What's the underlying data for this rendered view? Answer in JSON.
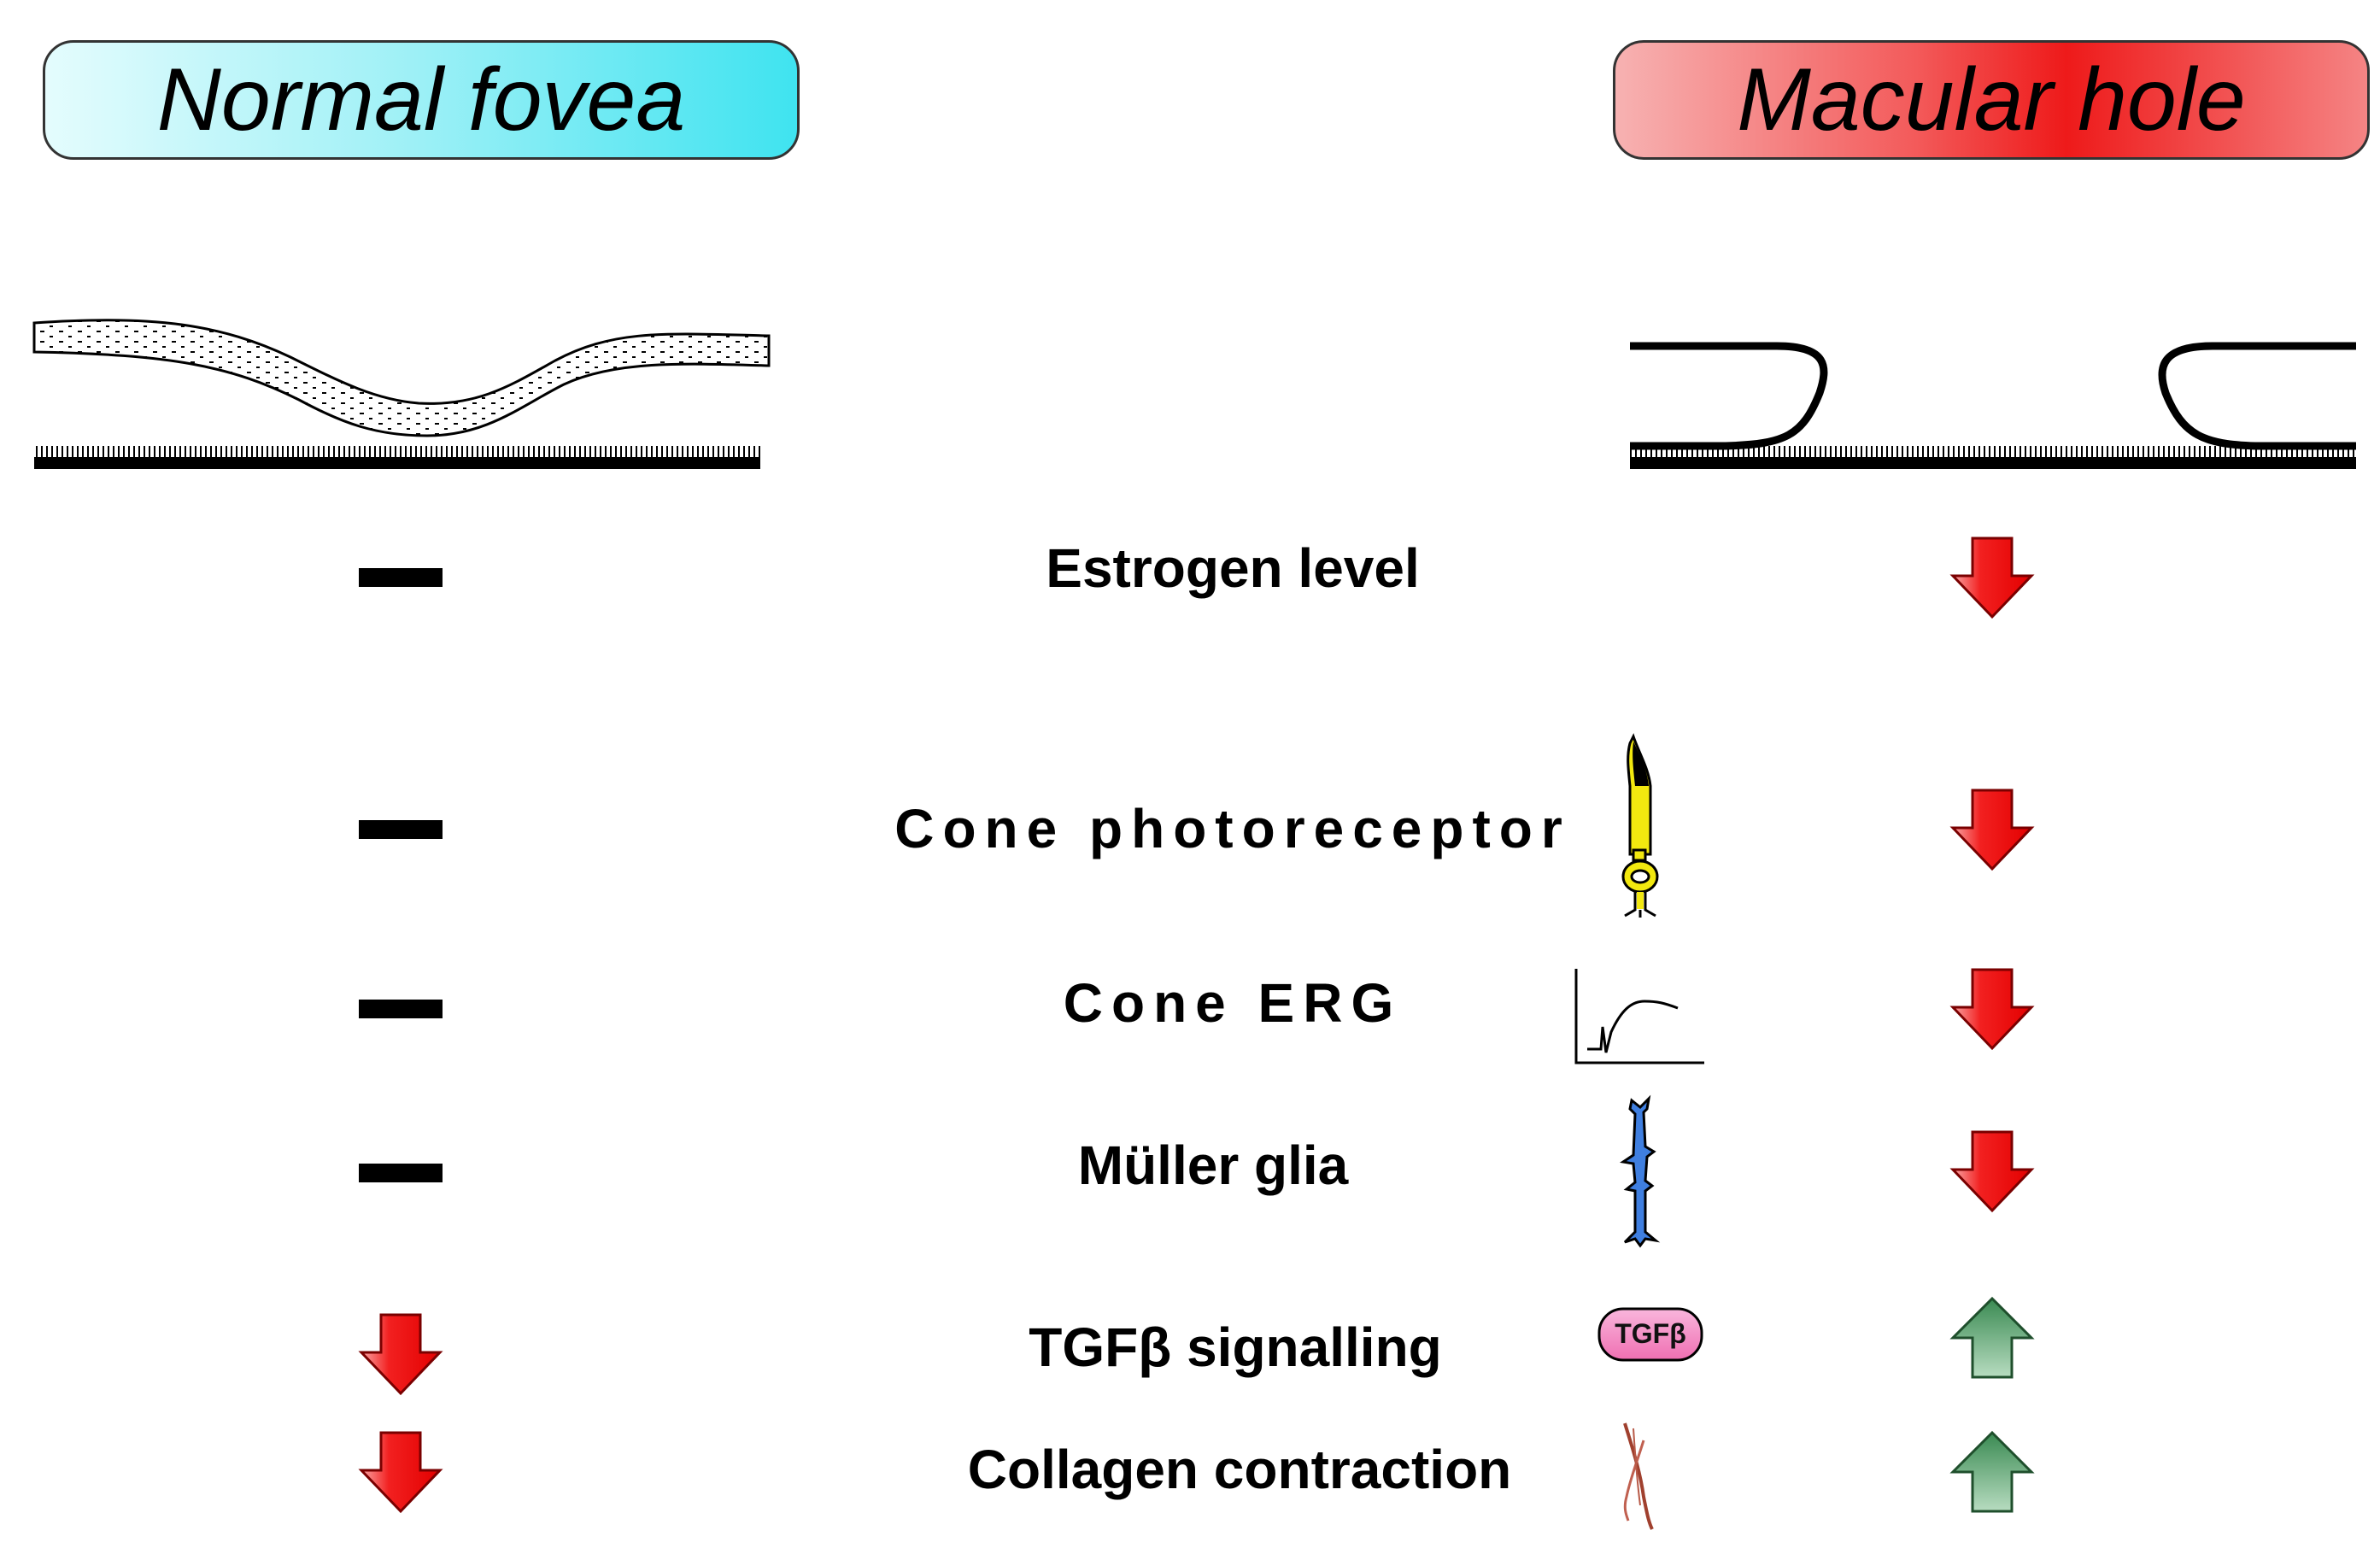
{
  "headers": {
    "left": "Normal fovea",
    "right": "Macular hole"
  },
  "rows": [
    {
      "label": "Estrogen level",
      "normal": "no-change",
      "macular_hole": "decrease",
      "icon": ""
    },
    {
      "label": "Cone photoreceptor",
      "normal": "no-change",
      "macular_hole": "decrease",
      "icon": "cone-photoreceptor-icon"
    },
    {
      "label": "Cone ERG",
      "normal": "no-change",
      "macular_hole": "decrease",
      "icon": "erg-waveform-icon"
    },
    {
      "label": "Müller glia",
      "normal": "no-change",
      "macular_hole": "decrease",
      "icon": "muller-glia-icon"
    },
    {
      "label": "TGFβ signalling",
      "normal": "decrease",
      "macular_hole": "increase",
      "icon": "tgfb-badge-icon"
    },
    {
      "label": "Collagen contraction",
      "normal": "decrease",
      "macular_hole": "increase",
      "icon": "collagen-fiber-icon"
    }
  ],
  "tgfb_badge": "TGFβ",
  "colors": {
    "decrease_arrow": "#ee0a0a",
    "increase_arrow": "#3f8a5a",
    "normal_header": "#5ee9f3",
    "macular_header": "#f13a3a",
    "cone_cell": "#f2e80f",
    "muller_cell": "#3f7fe0",
    "tgfb_badge": "#f27fc0",
    "collagen": "#a0402e"
  }
}
